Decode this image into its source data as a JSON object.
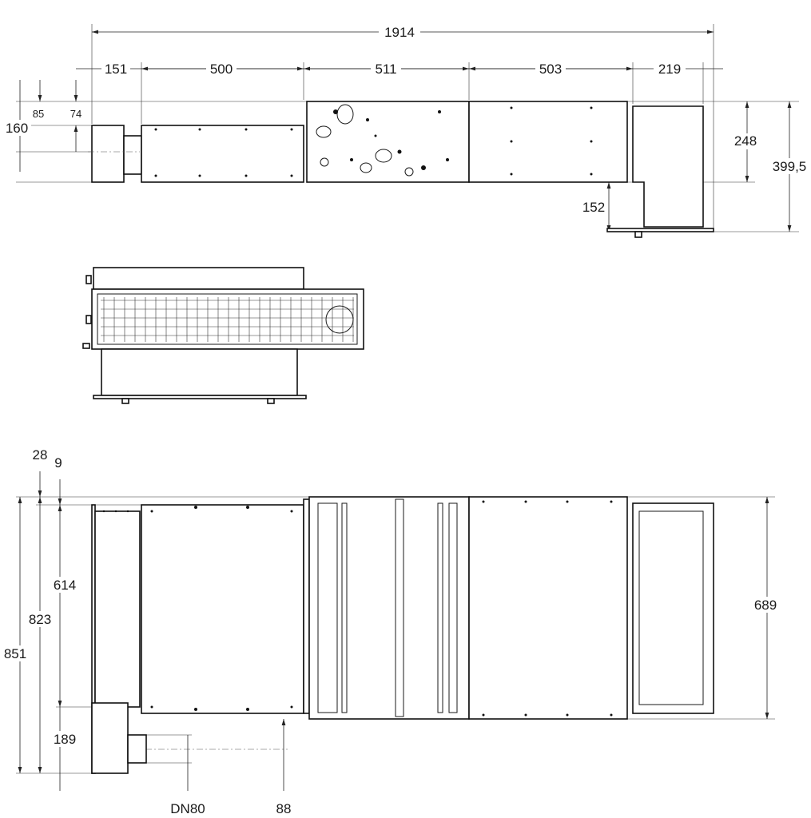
{
  "top_view": {
    "overall_length": "1914",
    "segments": [
      "151",
      "500",
      "511",
      "503",
      "219"
    ],
    "left_heights": {
      "total": "160",
      "a": "85",
      "b": "74"
    },
    "right_heights": {
      "body": "248",
      "total": "399,5",
      "lower": "152"
    }
  },
  "plan_view": {
    "left_dims": {
      "a": "28",
      "b": "9",
      "c": "614",
      "d": "823",
      "e": "851",
      "f": "189"
    },
    "bottom_dims": {
      "pipe": "DN80",
      "offset": "88"
    },
    "right_dim": "689"
  }
}
